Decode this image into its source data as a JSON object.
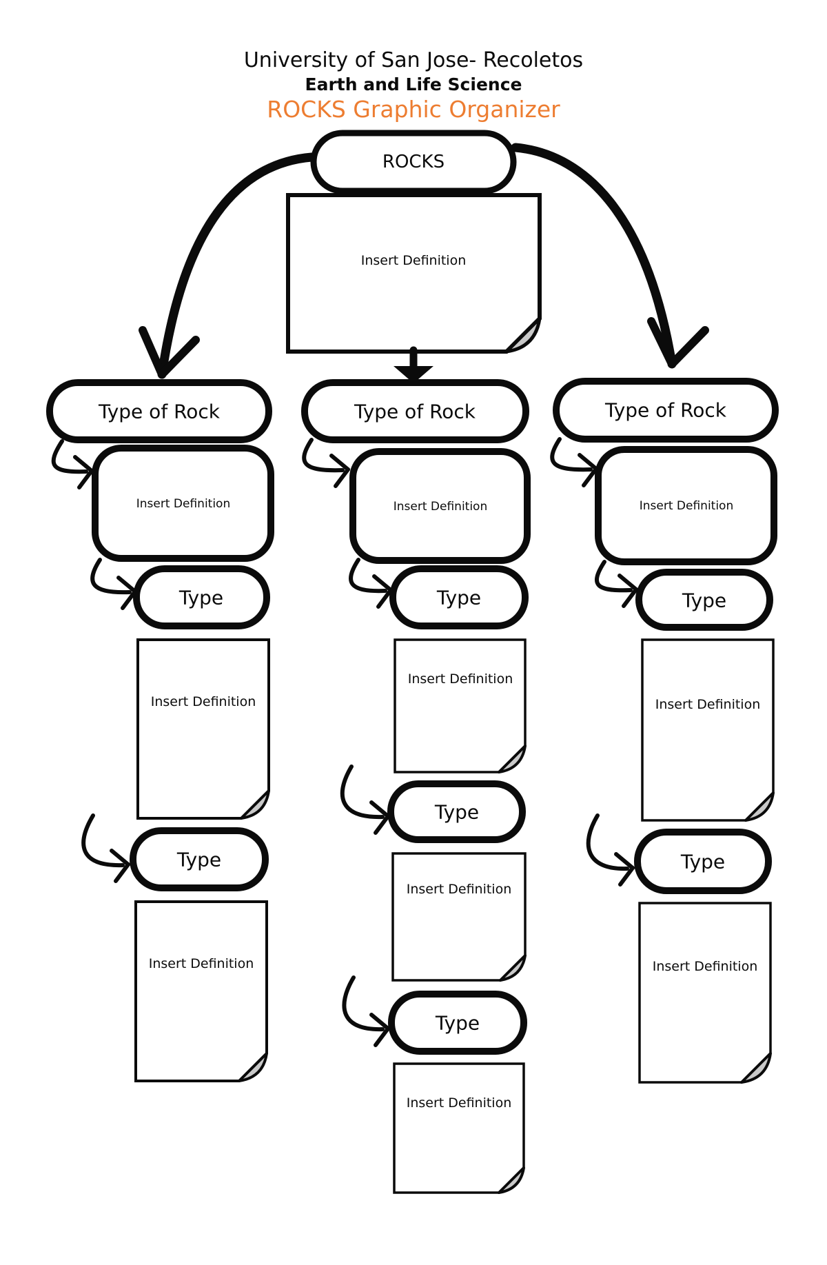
{
  "title": {
    "line1": "University of San Jose- Recoletos",
    "line2": "Earth and Life Science",
    "line3": "ROCKS Graphic Organizer"
  },
  "root": {
    "label": "ROCKS",
    "definition": "Insert Definition"
  },
  "columns": [
    {
      "header": "Type of Rock",
      "definition": "Insert Definition",
      "types": [
        {
          "label": "Type",
          "definition": "Insert Definition"
        },
        {
          "label": "Type",
          "definition": "Insert Definition"
        }
      ]
    },
    {
      "header": "Type of Rock",
      "definition": "Insert Definition",
      "types": [
        {
          "label": "Type",
          "definition": "Insert Definition"
        },
        {
          "label": "Type",
          "definition": "Insert Definition"
        },
        {
          "label": "Type",
          "definition": "Insert Definition"
        }
      ]
    },
    {
      "header": "Type of Rock",
      "definition": "Insert Definition",
      "types": [
        {
          "label": "Type",
          "definition": "Insert Definition"
        },
        {
          "label": "Type",
          "definition": "Insert Definition"
        }
      ]
    }
  ],
  "colors": {
    "ink": "#0b0b0b",
    "accent_orange": "#ED7D31",
    "fold_gray": "#c9c9c9",
    "background": "#ffffff"
  }
}
